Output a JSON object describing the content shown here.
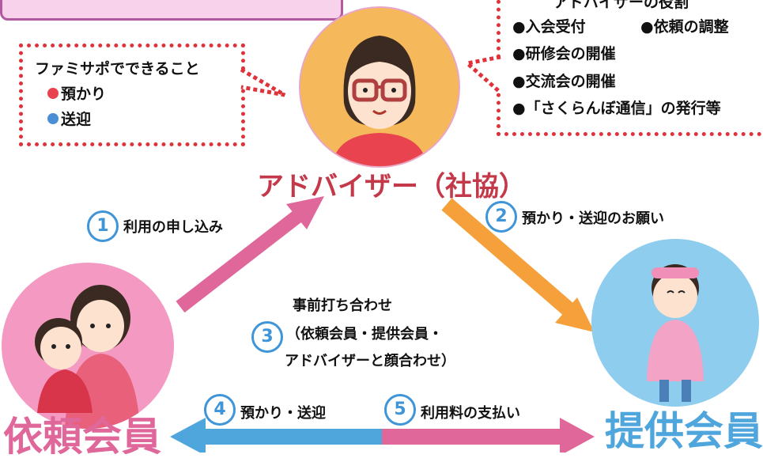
{
  "advisor": {
    "role_label": "アドバイザー（社協）",
    "duties_title_partial": "アドバイザーの役割",
    "duties": [
      "●入会受付",
      "●依頼の調整",
      "●研修会の開催",
      "●交流会の開催",
      "●「さくらんぼ通信」の発行等"
    ]
  },
  "famisapo": {
    "title": "ファミサポでできること",
    "items": [
      {
        "label": "預かり",
        "color": "#e8434e"
      },
      {
        "label": "送迎",
        "color": "#4a8fd6"
      }
    ]
  },
  "members": {
    "requester": "依頼会員",
    "provider": "提供会員"
  },
  "steps": {
    "s1": {
      "num": "1",
      "label": "利用の申し込み"
    },
    "s2": {
      "num": "2",
      "label": "預かり・送迎のお願い"
    },
    "s3": {
      "num": "3",
      "line1": "事前打ち合わせ",
      "line2": "（依頼会員・提供会員・",
      "line3": "アドバイザーと顔合わせ）"
    },
    "s4": {
      "num": "4",
      "label": "預かり・送迎"
    },
    "s5": {
      "num": "5",
      "label": "利用料の支払い"
    }
  },
  "colors": {
    "pink": "#e0679a",
    "orange": "#f5a03a",
    "blue": "#4fa6dd",
    "red_border": "#e0323a",
    "advisor_text": "#c4394a"
  }
}
